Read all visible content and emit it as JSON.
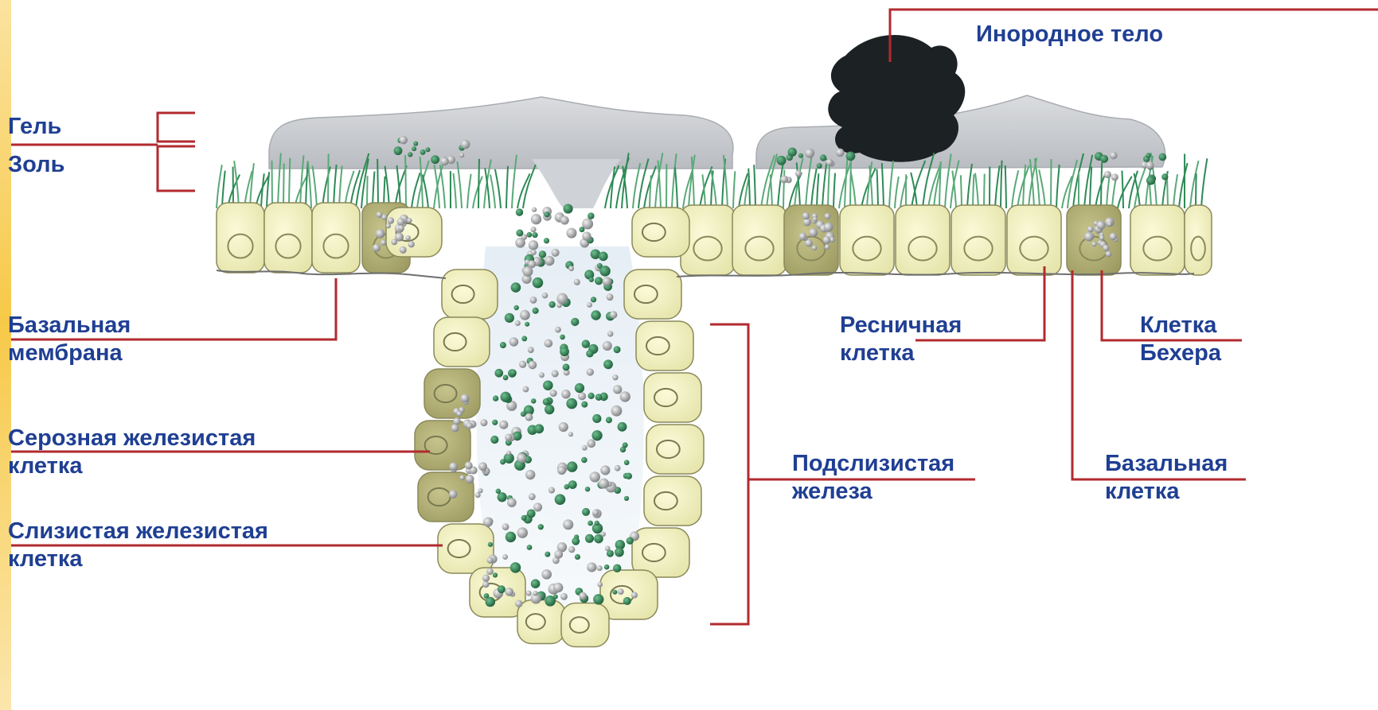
{
  "labels": {
    "foreign_body": "Инородное тело",
    "gel": "Гель",
    "sol": "Золь",
    "basal_membrane": "Базальная\nмембрана",
    "ciliated_cell": "Ресничная\nклетка",
    "goblet_cell": "Клетка\nБехера",
    "serous_cell": "Серозная железистая\nклетка",
    "submucosal_gland": "Подслизистая\nжелеза",
    "basal_cell": "Базальная\nклетка",
    "mucous_cell": "Слизистая железистая\nклетка"
  },
  "colors": {
    "label_text": "#1f3f93",
    "leader_line": "#b22a2f",
    "cell_fill": "#f0efbf",
    "gland_cell_fill": "#b3b176",
    "cilia": "#2e8a56",
    "mucus": "#c6c8cc",
    "foreign_body": "#1c2124"
  }
}
